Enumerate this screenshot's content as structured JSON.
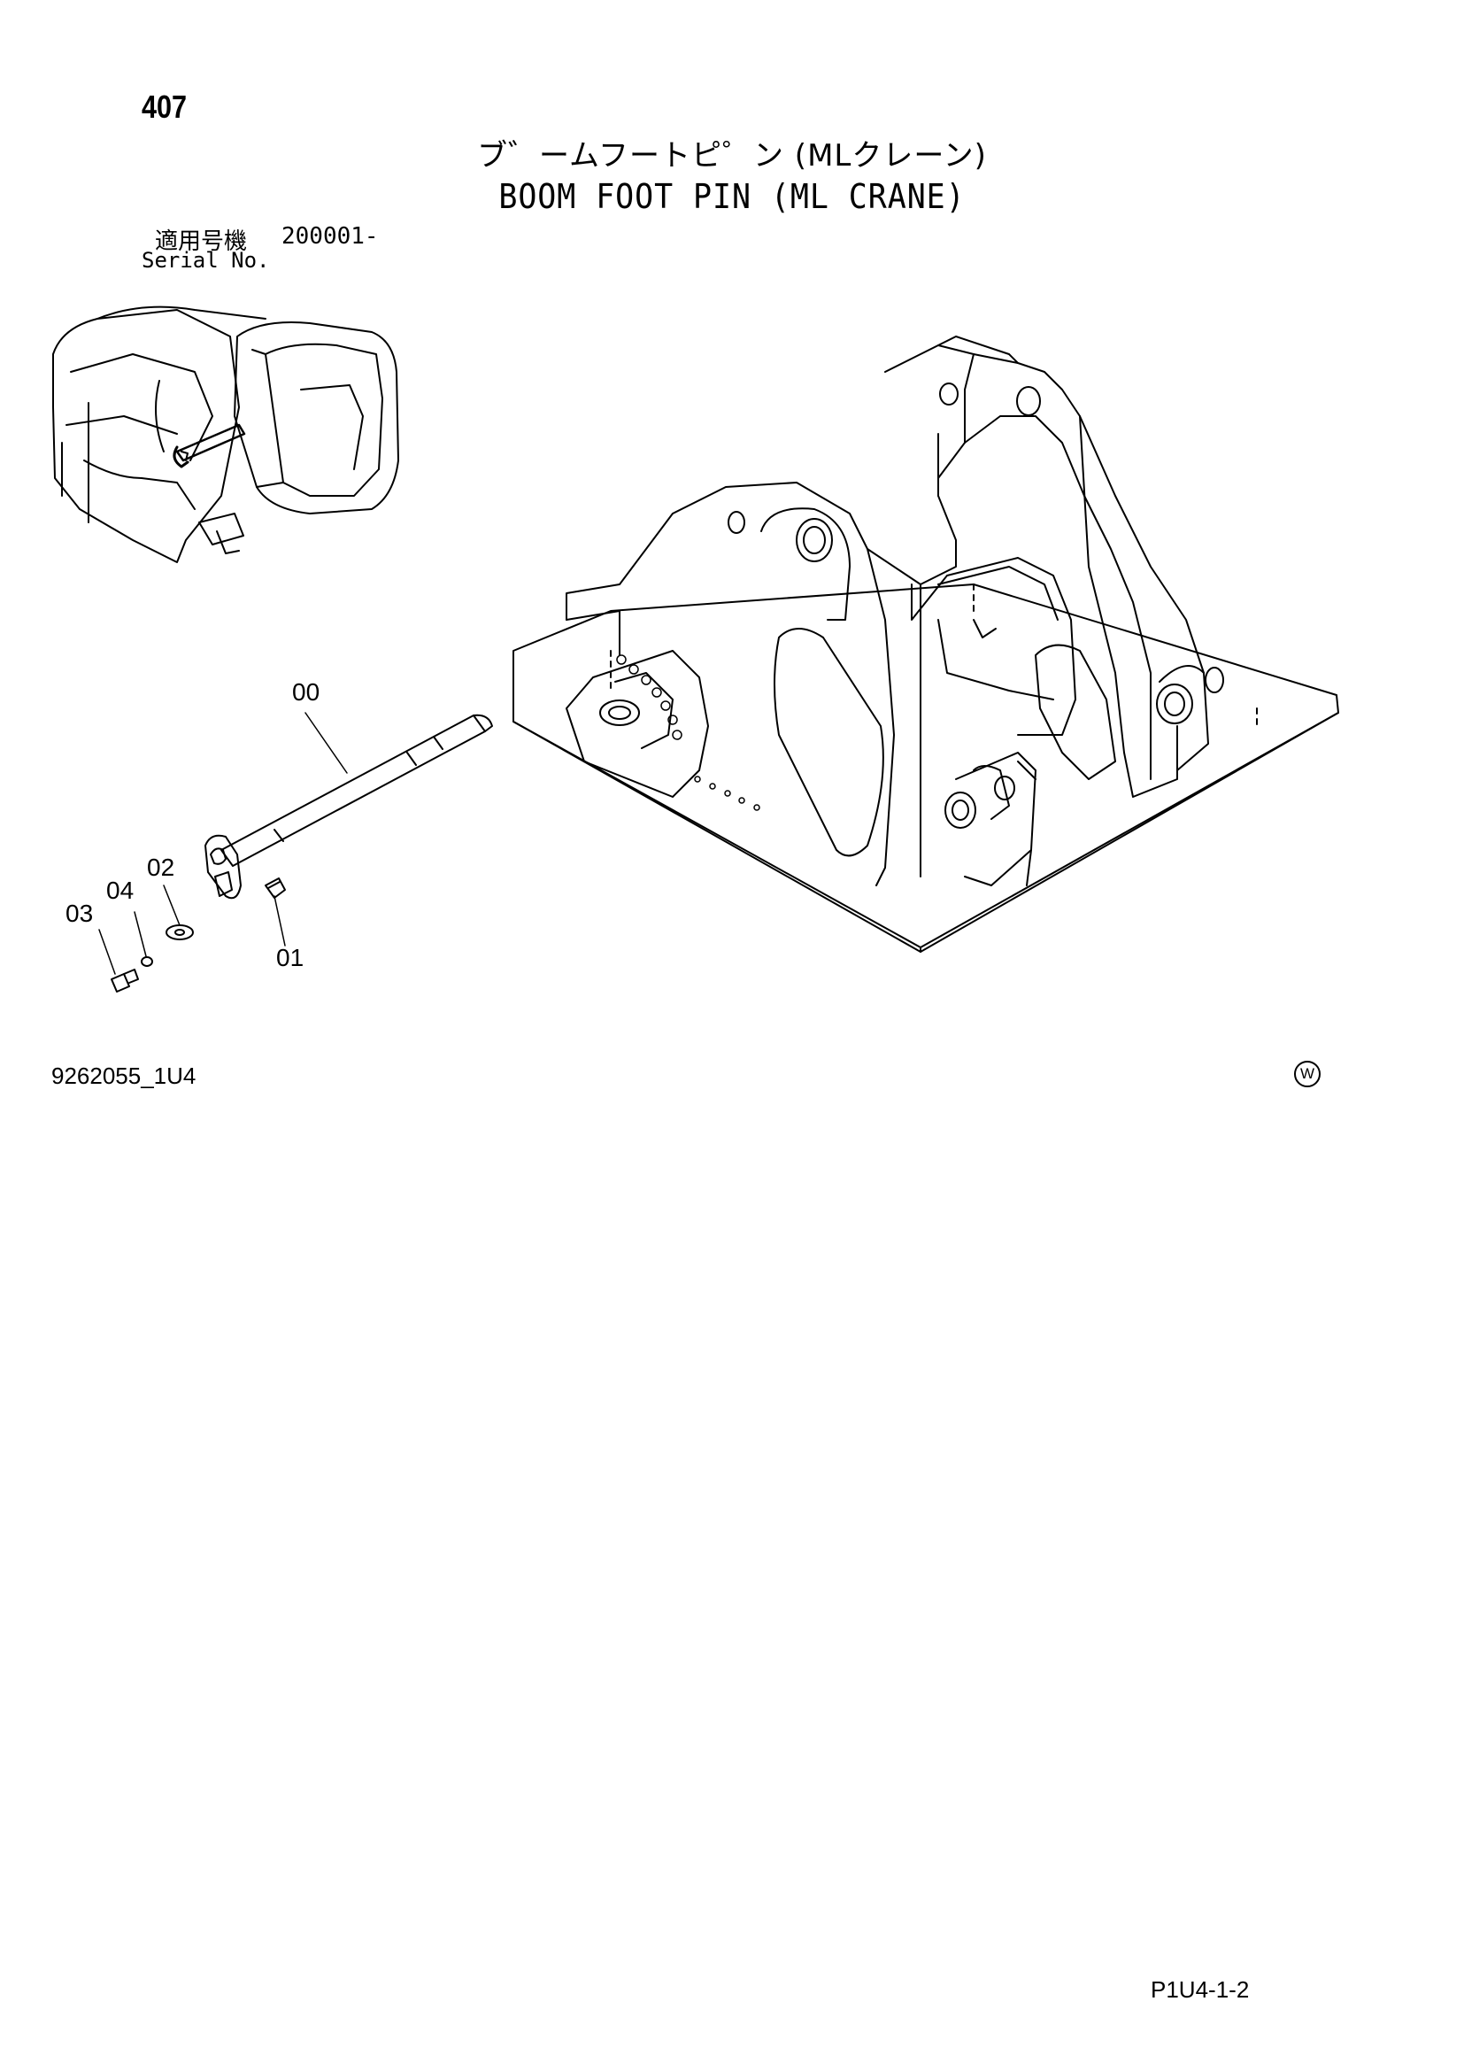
{
  "page": {
    "number": "407",
    "title_jp": "ブ゛ームフートピ゜ン (MLクレーン)",
    "title_en": "BOOM FOOT PIN (ML CRANE)",
    "serial_label_jp": "適用号機",
    "serial_label_en": "Serial No.",
    "serial_range": "200001-"
  },
  "callouts": [
    "00",
    "01",
    "02",
    "03",
    "04"
  ],
  "footer": {
    "figure_id": "9262055_1U4",
    "mark": "W",
    "page_code": "P1U4-1-2"
  }
}
